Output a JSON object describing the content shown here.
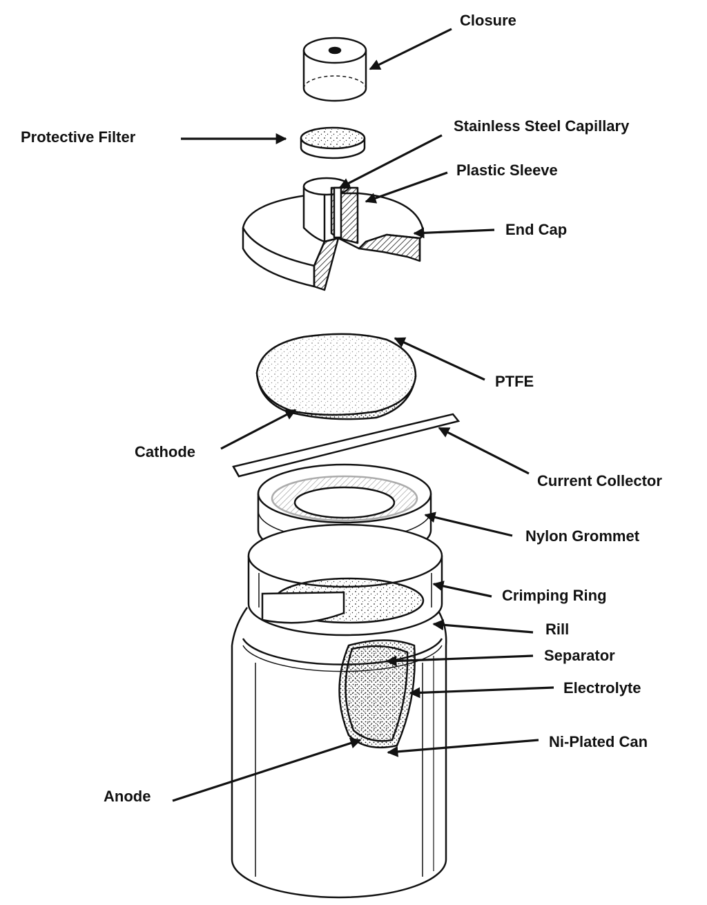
{
  "labels": {
    "closure": "Closure",
    "protective_filter": "Protective Filter",
    "stainless_steel_capillary": "Stainless Steel Capillary",
    "plastic_sleeve": "Plastic Sleeve",
    "end_cap": "End Cap",
    "ptfe": "PTFE",
    "cathode": "Cathode",
    "current_collector": "Current Collector",
    "nylon_grommet": "Nylon Grommet",
    "crimping_ring": "Crimping Ring",
    "rill": "Rill",
    "separator": "Separator",
    "electrolyte": "Electrolyte",
    "ni_plated_can": "Ni-Plated Can",
    "anode": "Anode"
  },
  "colors": {
    "ink": "#111111",
    "paper": "#ffffff"
  }
}
